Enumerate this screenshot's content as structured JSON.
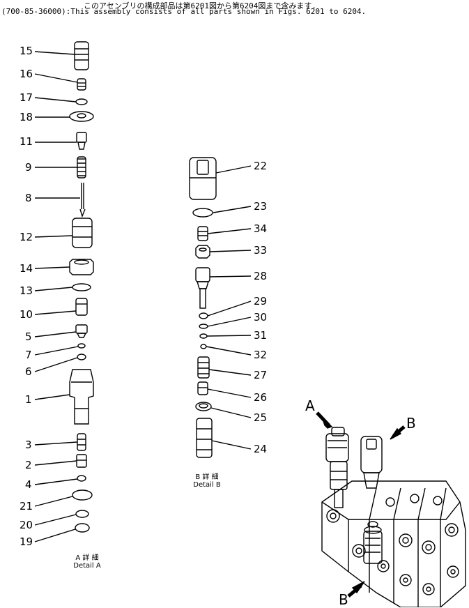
{
  "header": {
    "line1": "このアセンブリの構成部品は第6201図から第6204図まで含みます.",
    "line2": "(700-85-36000):This assembly consists of all parts shown in Figs. 6201 to 6204."
  },
  "column_a_labels": [
    "15",
    "16",
    "17",
    "18",
    "11",
    "9",
    "8",
    "12",
    "14",
    "13",
    "10",
    "5",
    "7",
    "6",
    "1",
    "3",
    "2",
    "4",
    "21",
    "20",
    "19"
  ],
  "column_b_labels": [
    "22",
    "23",
    "34",
    "33",
    "28",
    "29",
    "30",
    "31",
    "32",
    "27",
    "26",
    "25",
    "24"
  ],
  "detail_a": {
    "jp": "A 詳 細",
    "en": "Detail A"
  },
  "detail_b": {
    "jp": "B 詳 細",
    "en": "Detail B"
  },
  "view_markers": {
    "a": "A",
    "b_top": "B",
    "b_bottom": "B"
  }
}
